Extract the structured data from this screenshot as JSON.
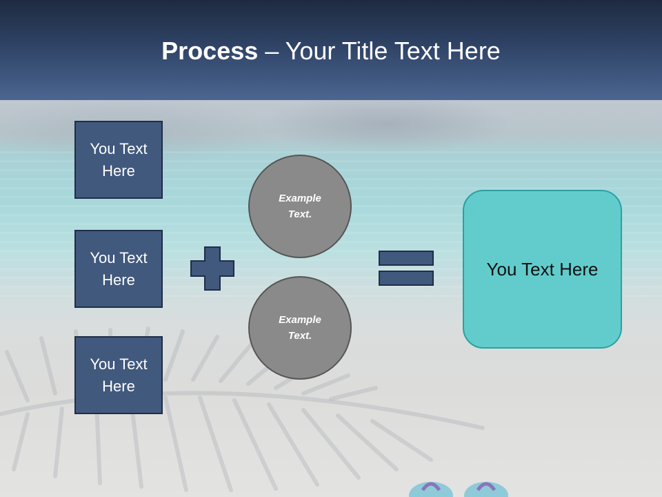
{
  "title": {
    "bold": "Process",
    "separator": " – ",
    "rest": "Your Title Text Here"
  },
  "left_boxes": [
    {
      "label": "You Text Here"
    },
    {
      "label": "You Text Here"
    },
    {
      "label": "You Text Here"
    }
  ],
  "circles": [
    {
      "label": "Example Text."
    },
    {
      "label": "Example Text."
    }
  ],
  "operators": {
    "plus": "plus-icon",
    "equals": "equals-icon"
  },
  "result": {
    "label": "You Text Here"
  },
  "colors": {
    "header": "#2f4366",
    "box_fill": "#41597d",
    "circle_fill": "#8a8a8a",
    "result_fill": "#62cccc"
  }
}
